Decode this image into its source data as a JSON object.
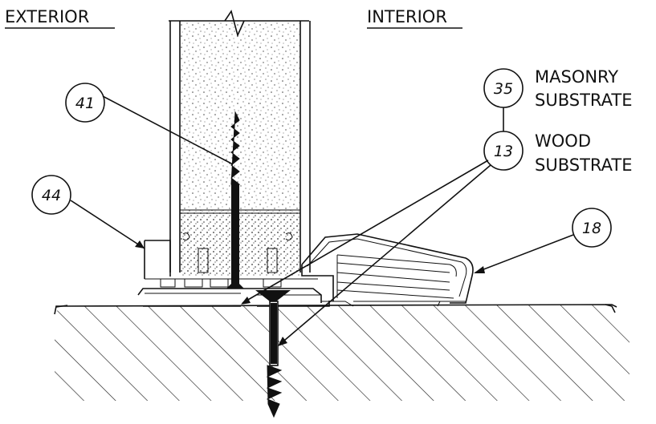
{
  "labels": {
    "exterior": "EXTERIOR",
    "interior": "INTERIOR",
    "masonry_line1": "MASONRY",
    "masonry_line2": "SUBSTRATE",
    "wood_line1": "WOOD",
    "wood_line2": "SUBSTRATE"
  },
  "callouts": {
    "c41": "41",
    "c44": "44",
    "c35": "35",
    "c13": "13",
    "c18": "18"
  }
}
